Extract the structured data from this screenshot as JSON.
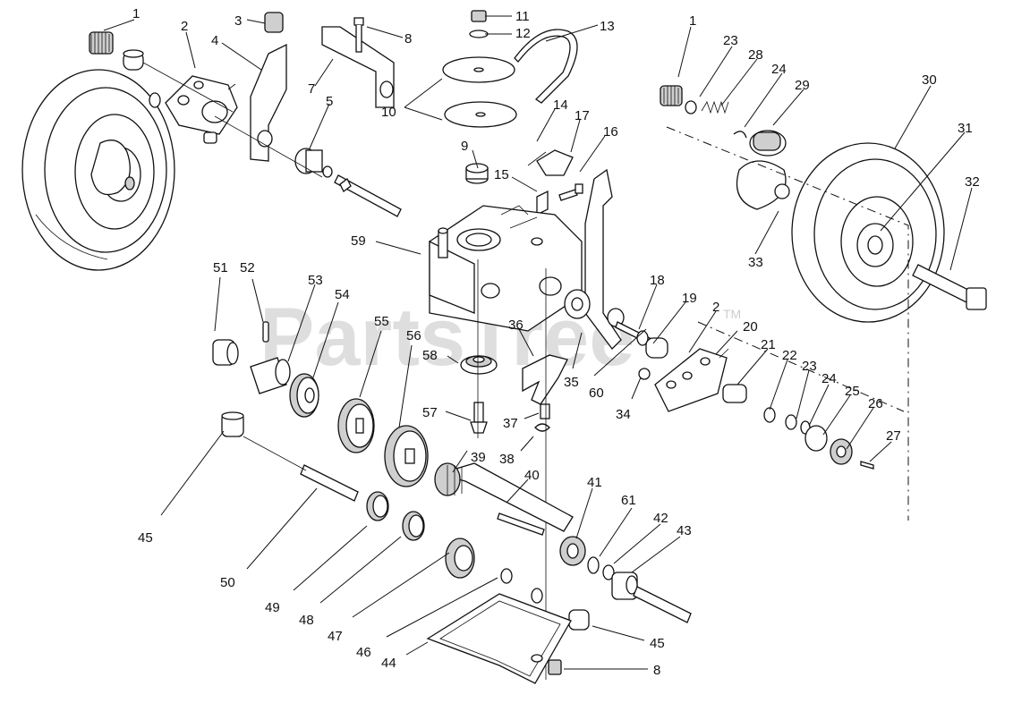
{
  "watermark": {
    "text": "PartsTree",
    "mark": "TM"
  },
  "callouts": [
    {
      "label": "1"
    },
    {
      "label": "2"
    },
    {
      "label": "3"
    },
    {
      "label": "4"
    },
    {
      "label": "5"
    },
    {
      "label": "7"
    },
    {
      "label": "8"
    },
    {
      "label": "9"
    },
    {
      "label": "10"
    },
    {
      "label": "11"
    },
    {
      "label": "12"
    },
    {
      "label": "13"
    },
    {
      "label": "14"
    },
    {
      "label": "15"
    },
    {
      "label": "16"
    },
    {
      "label": "17"
    },
    {
      "label": "1"
    },
    {
      "label": "23"
    },
    {
      "label": "28"
    },
    {
      "label": "24"
    },
    {
      "label": "29"
    },
    {
      "label": "30"
    },
    {
      "label": "31"
    },
    {
      "label": "32"
    },
    {
      "label": "33"
    },
    {
      "label": "59"
    },
    {
      "label": "51"
    },
    {
      "label": "52"
    },
    {
      "label": "53"
    },
    {
      "label": "54"
    },
    {
      "label": "55"
    },
    {
      "label": "56"
    },
    {
      "label": "58"
    },
    {
      "label": "57"
    },
    {
      "label": "36"
    },
    {
      "label": "35"
    },
    {
      "label": "18"
    },
    {
      "label": "19"
    },
    {
      "label": "2"
    },
    {
      "label": "20"
    },
    {
      "label": "60"
    },
    {
      "label": "34"
    },
    {
      "label": "21"
    },
    {
      "label": "22"
    },
    {
      "label": "23"
    },
    {
      "label": "24"
    },
    {
      "label": "25"
    },
    {
      "label": "26"
    },
    {
      "label": "27"
    },
    {
      "label": "37"
    },
    {
      "label": "38"
    },
    {
      "label": "39"
    },
    {
      "label": "40"
    },
    {
      "label": "41"
    },
    {
      "label": "61"
    },
    {
      "label": "42"
    },
    {
      "label": "43"
    },
    {
      "label": "45"
    },
    {
      "label": "50"
    },
    {
      "label": "49"
    },
    {
      "label": "48"
    },
    {
      "label": "47"
    },
    {
      "label": "46"
    },
    {
      "label": "44"
    },
    {
      "label": "45"
    },
    {
      "label": "8"
    }
  ]
}
